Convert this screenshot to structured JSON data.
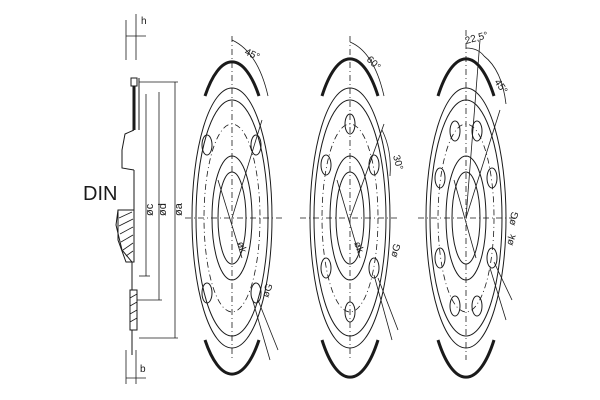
{
  "labels": {
    "standard": "DIN",
    "thickness_h": "h",
    "thickness_b": "b",
    "dim_c": "øc",
    "dim_d": "ød",
    "dim_a": "øa",
    "angle_45_first": "45°",
    "angle_60": "60°",
    "angle_30": "30°",
    "angle_22_5": "22,5°",
    "angle_45_last": "45°",
    "bcd_1": "øk",
    "bcd_2": "øk",
    "bcd_3": "øk",
    "hole_1": "øG",
    "hole_2": "øG",
    "hole_3": "øG"
  }
}
